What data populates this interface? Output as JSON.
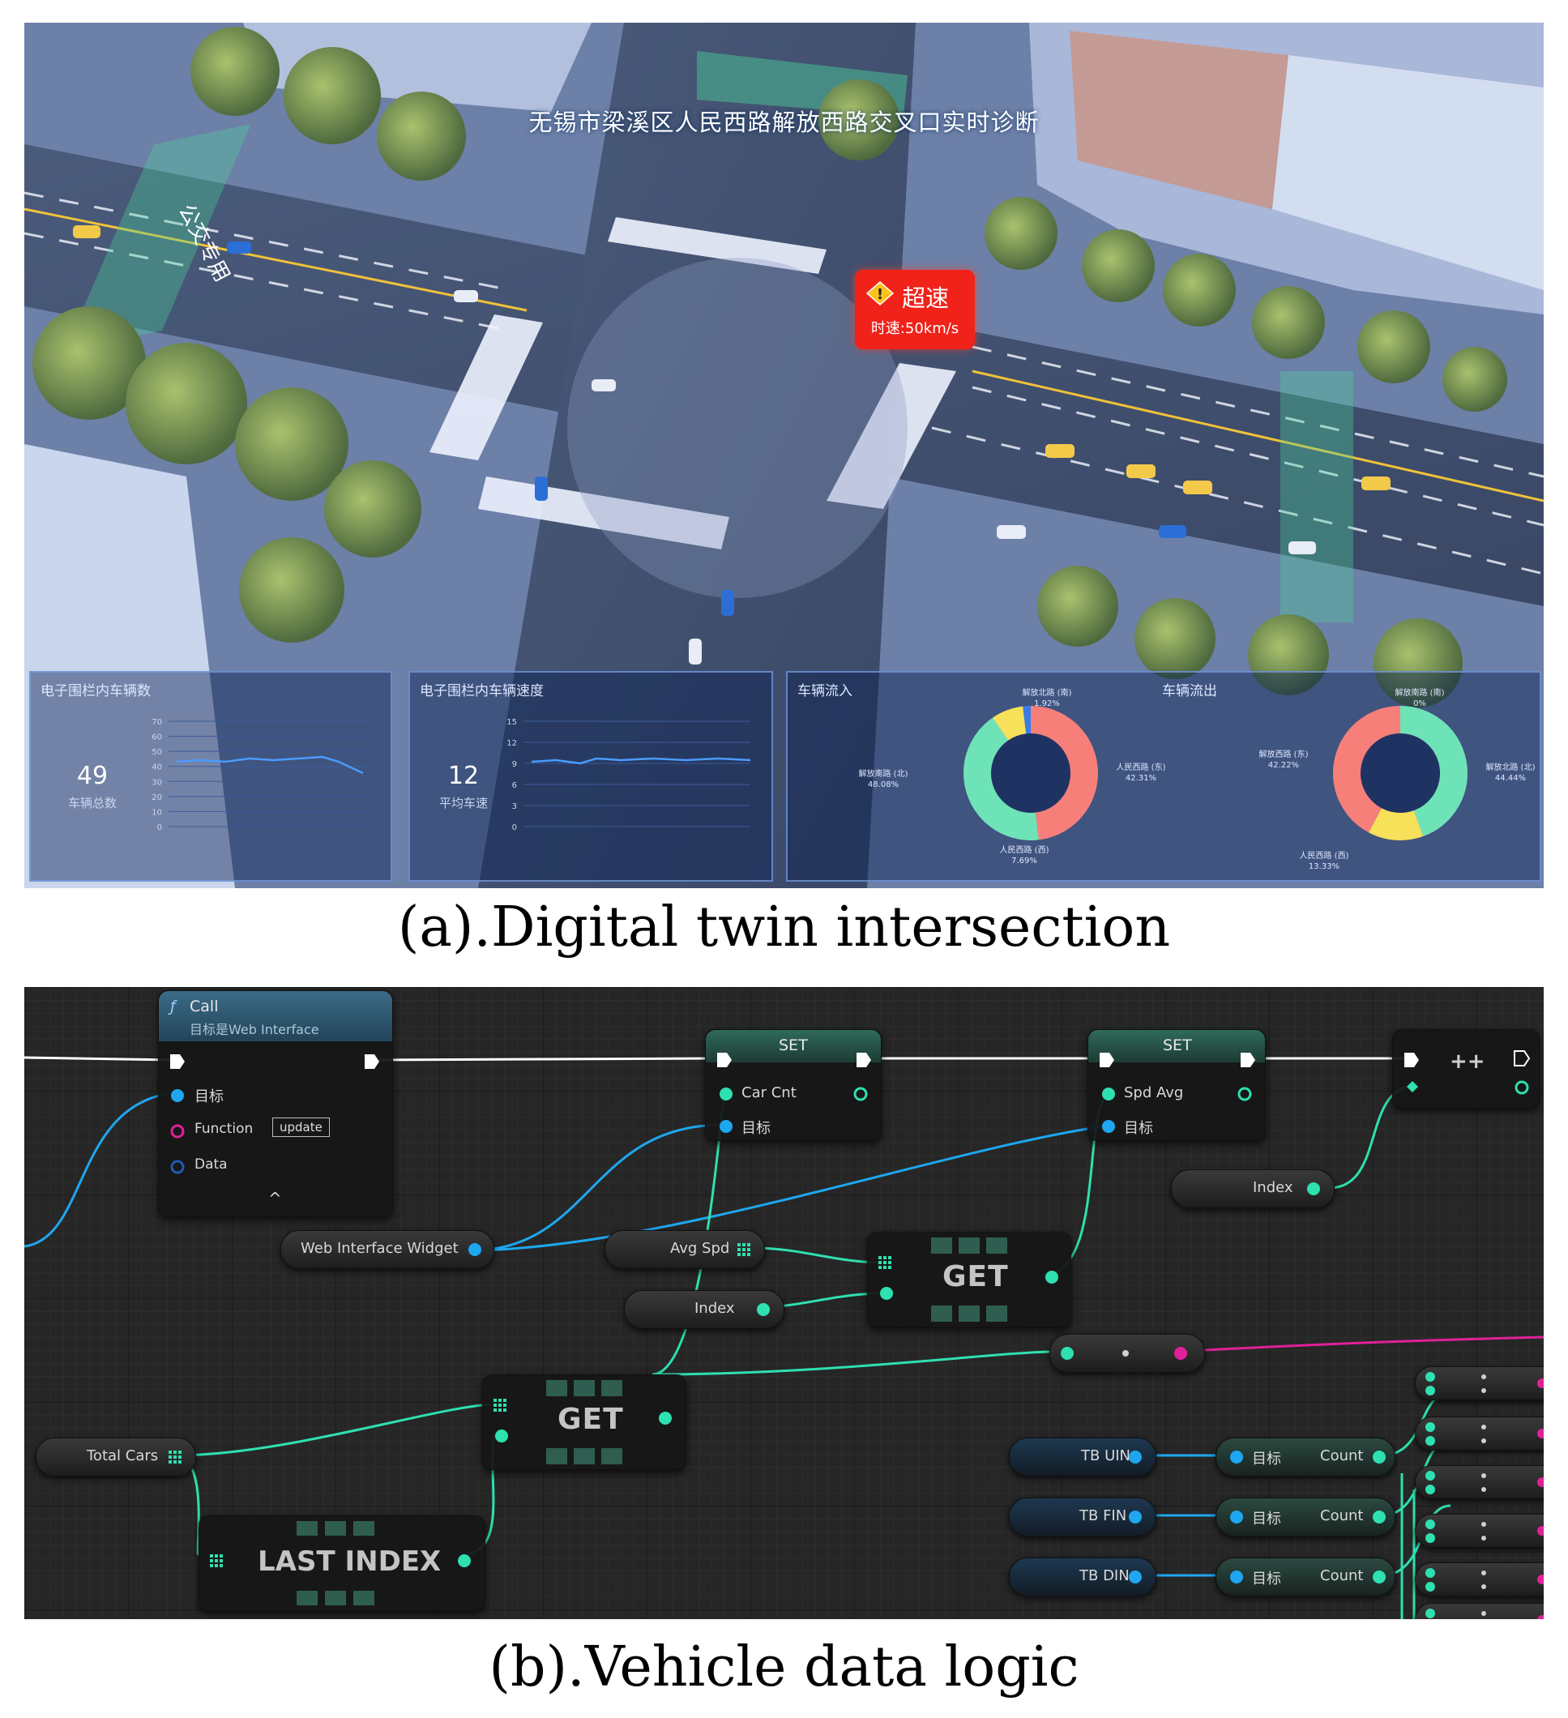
{
  "panel_a": {
    "title": "无锡市梁溪区人民西路解放西路交叉口实时诊断",
    "alert": {
      "label": "超速",
      "speed": "时速:50km/s",
      "icon": "warning-icon"
    },
    "road_text": "公交专用",
    "dashboard": {
      "count_panel": {
        "title": "电子围栏内车辆数",
        "value": "49",
        "caption": "车辆总数",
        "y_ticks": [
          "70",
          "60",
          "50",
          "40",
          "30",
          "20",
          "10",
          "0"
        ]
      },
      "speed_panel": {
        "title": "电子围栏内车辆速度",
        "value": "12",
        "caption": "平均车速",
        "y_ticks": [
          "15",
          "12",
          "9",
          "6",
          "3",
          "0"
        ]
      },
      "flow_in": {
        "title": "车辆流入",
        "slices": [
          {
            "label": "解放南路 (北)",
            "pct": "48.08%",
            "color": "#f77f7a"
          },
          {
            "label": "人民西路 (东)",
            "pct": "42.31%",
            "color": "#6fe3b8"
          },
          {
            "label": "人民西路 (西)",
            "pct": "7.69%",
            "color": "#f7e15a"
          },
          {
            "label": "解放北路 (南)",
            "pct": "1.92%",
            "color": "#3a7de6"
          }
        ]
      },
      "flow_out": {
        "title": "车辆流出",
        "slices": [
          {
            "label": "解放北路 (北)",
            "pct": "44.44%",
            "color": "#6fe3b8"
          },
          {
            "label": "人民西路 (西)",
            "pct": "13.33%",
            "color": "#f7e15a"
          },
          {
            "label": "解放西路 (东)",
            "pct": "42.22%",
            "color": "#f77f7a"
          },
          {
            "label": "解放南路 (南)",
            "pct": "0%",
            "color": "#3a7de6"
          }
        ]
      }
    },
    "colors": {
      "alert": "#f0221a",
      "dashboard_bg": "#0a1e50",
      "line": "#4a9cff"
    }
  },
  "caption_a": "(a).Digital twin intersection",
  "caption_b": "(b).Vehicle data logic",
  "panel_b": {
    "call_node": {
      "title": "Call",
      "subtitle": "目标是Web Interface",
      "pin_target": "目标",
      "pin_function": "Function",
      "function_value": "update",
      "pin_data": "Data",
      "expand": "^"
    },
    "set_node_1": {
      "title": "SET",
      "pin_value": "Car Cnt",
      "pin_target": "目标"
    },
    "set_node_2": {
      "title": "SET",
      "pin_value": "Spd Avg",
      "pin_target": "目标"
    },
    "sequence_icon": "++",
    "variables": {
      "web_widget": "Web Interface Widget",
      "avg_spd": "Avg Spd",
      "index_1": "Index",
      "index_2": "Index",
      "total_cars": "Total Cars",
      "tb_uin": "TB UIN",
      "tb_fin": "TB FIN",
      "tb_din": "TB DIN"
    },
    "get_label": "GET",
    "last_index_label": "LAST INDEX",
    "count_nodes": [
      {
        "target": "目标",
        "count": "Count"
      },
      {
        "target": "目标",
        "count": "Count"
      },
      {
        "target": "目标",
        "count": "Count"
      }
    ],
    "colors": {
      "exec": "#ffffff",
      "object": "#1ea7f0",
      "int": "#2fe0b0",
      "string": "#e0209a"
    }
  }
}
